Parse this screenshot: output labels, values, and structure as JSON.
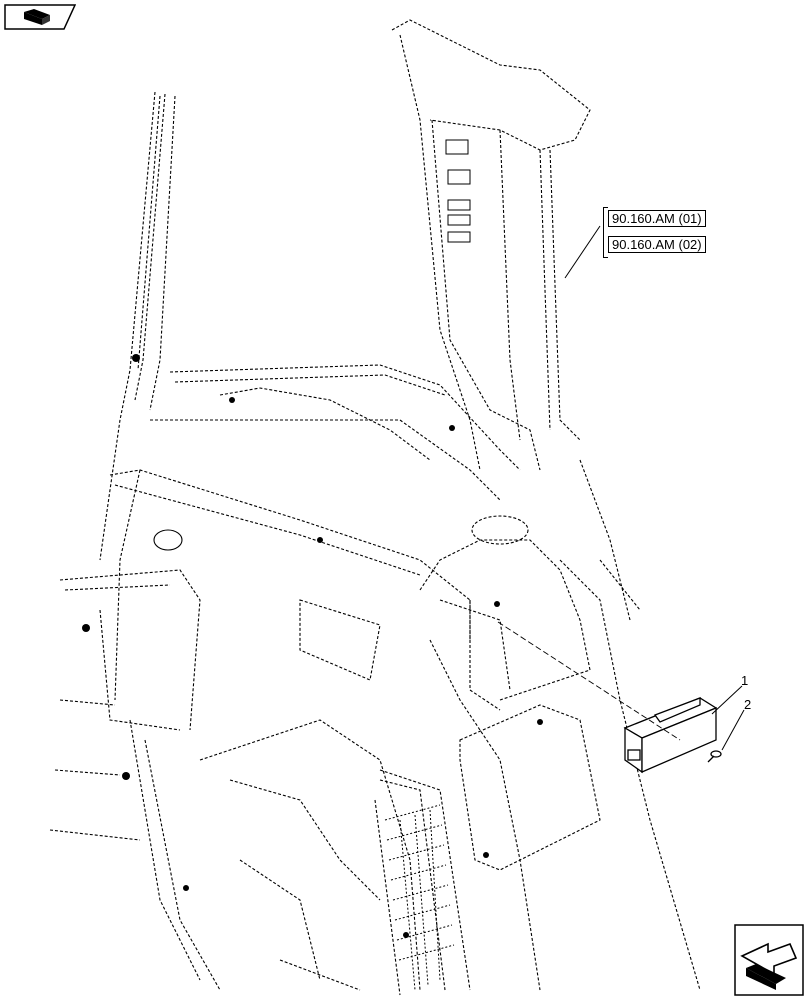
{
  "references": [
    "90.160.AM (01)",
    "90.160.AM (02)"
  ],
  "callouts": [
    "1",
    "2"
  ],
  "icons": {
    "top_left": "book-page-icon",
    "bottom_right": "next-page-arrow-icon"
  }
}
